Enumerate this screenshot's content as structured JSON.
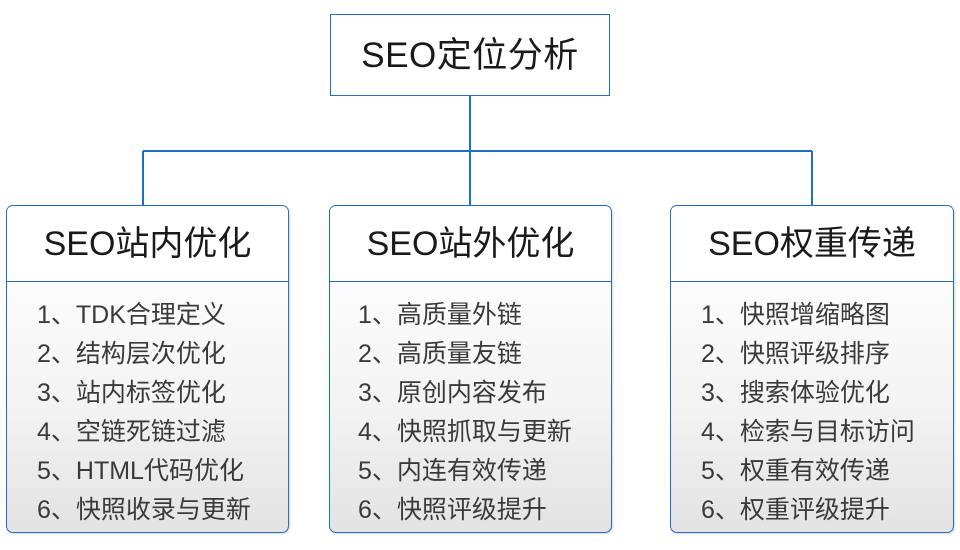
{
  "diagram": {
    "type": "org-tree",
    "orientation": "top-down",
    "accent_color": "#1f6fc4",
    "text_color": "#1a1a1a",
    "item_text_color": "#3a3a3a",
    "root": {
      "label": "SEO定位分析"
    },
    "branches": [
      {
        "title": "SEO站内优化",
        "items": [
          "1、TDK合理定义",
          "2、结构层次优化",
          "3、站内标签优化",
          "4、空链死链过滤",
          "5、HTML代码优化",
          "6、快照收录与更新"
        ]
      },
      {
        "title": "SEO站外优化",
        "items": [
          "1、高质量外链",
          "2、高质量友链",
          "3、原创内容发布",
          "4、快照抓取与更新",
          "5、内连有效传递",
          "6、快照评级提升"
        ]
      },
      {
        "title": "SEO权重传递",
        "items": [
          "1、快照增缩略图",
          "2、快照评级排序",
          "3、搜索体验优化",
          "4、检索与目标访问",
          "5、权重有效传递",
          "6、权重评级提升"
        ]
      }
    ]
  }
}
